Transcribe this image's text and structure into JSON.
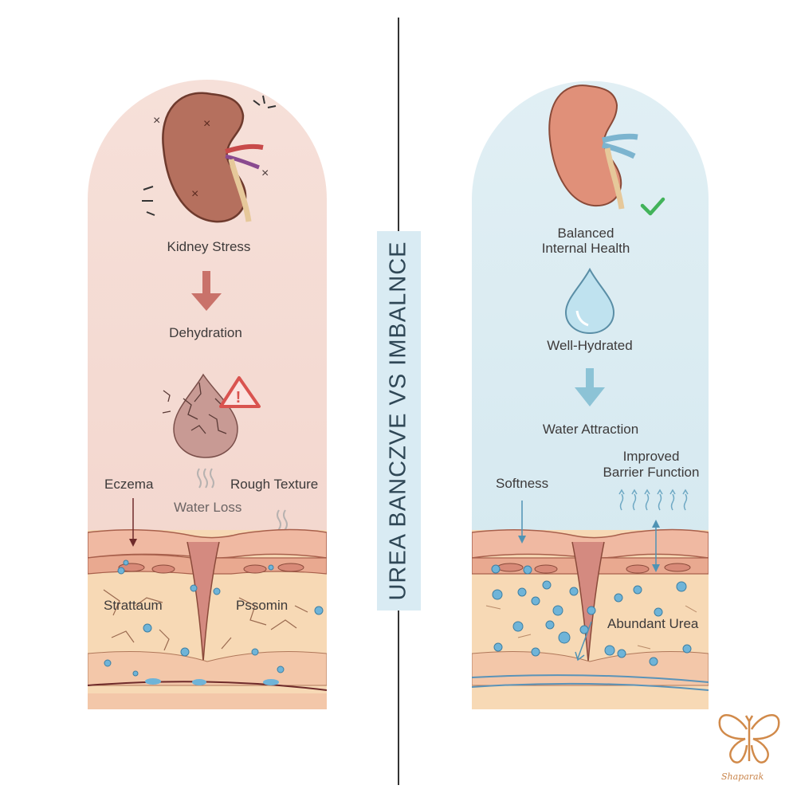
{
  "title": "UREA BANCZVE VS IMBALNCE",
  "left_panel": {
    "kidney_label": "Kidney Stress",
    "step2_label": "Dehydration",
    "label_eczema": "Eczema",
    "label_rough": "Rough Texture",
    "label_water_loss": "Water Loss",
    "label_stratum": "Strattaum",
    "label_psoriasis": "Pssomin"
  },
  "right_panel": {
    "kidney_label_line1": "Balanced",
    "kidney_label_line2": "Internal Health",
    "step2_label": "Well-Hydrated",
    "step3_label": "Water Attraction",
    "label_softness": "Softness",
    "label_barrier_line1": "Improved",
    "label_barrier_line2": "Barrier Function",
    "label_urea": "Abundant Urea"
  },
  "logo": {
    "text": "Shaparak"
  },
  "colors": {
    "left_bg": "#f4dcd6",
    "right_bg": "#dcedf3",
    "kidney_stressed": "#b5705e",
    "kidney_healthy": "#e09079",
    "arrow_left": "#c9726a",
    "arrow_right": "#8cc3d6",
    "skin_top": "#f0b9a2",
    "skin_mid": "#f7d9b5",
    "droplet_blue": "#6fb4d8",
    "check_green": "#42b35a",
    "warning_red": "#d9534f",
    "title_text": "#2f4756"
  }
}
